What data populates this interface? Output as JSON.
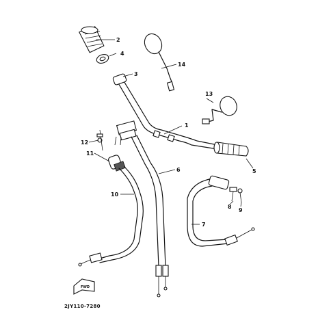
{
  "diagram": {
    "part_code": "2JY110-7280",
    "fwd_label": "FWD",
    "callouts": {
      "handlebar": "1",
      "grip_left": "2",
      "grip_end": "3",
      "grip_collar": "4",
      "grip_right": "5",
      "throttle_cable": "6",
      "clutch_cable": "7",
      "adjuster_bolt": "8",
      "adjuster_nut": "9",
      "front_brake_cable": "10",
      "lever_holder": "11",
      "lever_screw": "12",
      "mirror_right": "13",
      "mirror_left": "14"
    }
  }
}
